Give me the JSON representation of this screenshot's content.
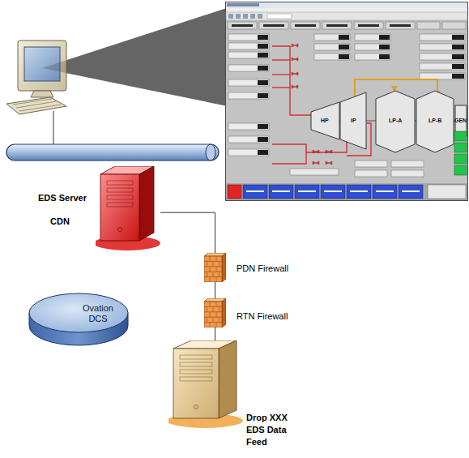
{
  "diagram": {
    "nodes": [
      {
        "text": [
          "EDS Server",
          "CDN"
        ]
      },
      {
        "text": [
          "PDN Firewall"
        ]
      },
      {
        "text": [
          "RTN Firewall"
        ]
      },
      {
        "text": [
          "Ovation DCS"
        ]
      },
      {
        "text": [
          "Drop XXX EDS Data Feed"
        ]
      }
    ],
    "edges": [
      {
        "from": 0,
        "to": 1,
        "arrow": "none"
      },
      {
        "from": 1,
        "to": 2,
        "arrow": "none"
      },
      {
        "from": 2,
        "to": 4,
        "arrow": "none"
      }
    ],
    "labels": [
      "HP",
      "IP",
      "LP-A",
      "LP-B",
      "GEN"
    ]
  }
}
